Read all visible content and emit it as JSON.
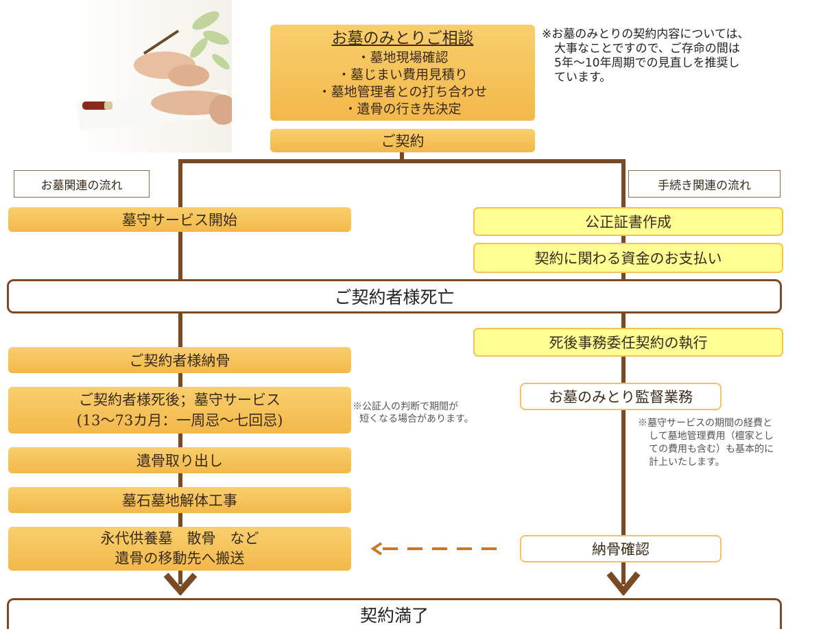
{
  "consult": {
    "title": "お墓のみとりご相談",
    "items": [
      "・墓地現場確認",
      "・墓じまい費用見積り",
      "・墓地管理者との打ち合わせ",
      "・遺骨の行き先決定"
    ]
  },
  "consult_note": [
    "※お墓のみとりの契約内容については、",
    "大事なことですので、ご存命の間は",
    "5年〜10年周期での見直しを推奨し",
    "ています。"
  ],
  "contract": "ご契約",
  "left_flow_label": "お墓関連の流れ",
  "right_flow_label": "手続き関連の流れ",
  "left_steps": {
    "service_start": "墓守サービス開始",
    "burial": "ご契約者様納骨",
    "service_after": [
      "ご契約者様死後；墓守サービス",
      "(13〜73カ月：一周忌〜七回忌)"
    ],
    "remains_removal": "遺骨取り出し",
    "demolition": "墓石墓地解体工事",
    "transport": [
      "永代供養墓　散骨　など",
      "遺骨の移動先へ搬送"
    ]
  },
  "right_steps": {
    "notary": "公正証書作成",
    "payment": "契約に関わる資金のお支払い",
    "execution": "死後事務委任契約の執行",
    "supervision": "お墓のみとり監督業務",
    "confirm": "納骨確認"
  },
  "death": "ご契約者様死亡",
  "completion": "契約満了",
  "notary_note": [
    "※公証人の判断で期間が",
    "短くなる場合があります。"
  ],
  "cost_note": [
    "※墓守サービスの期間の経費と",
    "して墓地管理費用（檀家とし",
    "ての費用も含む）も基本的に",
    "計上いたします。"
  ],
  "colors": {
    "line": "#7a4a25",
    "orange": "#f5c055",
    "yellow": "#ffff94",
    "dashed_arrow": "#c87828"
  },
  "icons": [
    "consultation-photo"
  ]
}
